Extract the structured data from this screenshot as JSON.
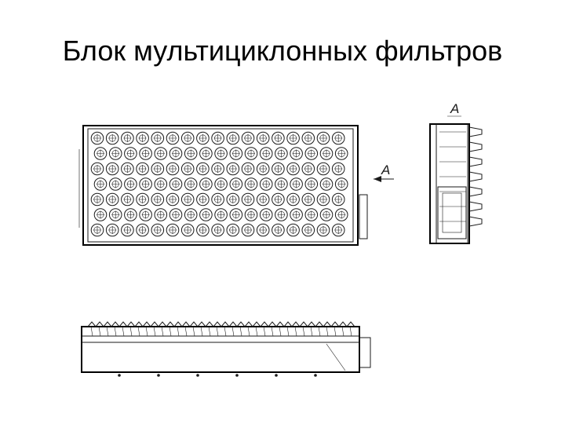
{
  "slide": {
    "title": "Блок мультициклонных фильтров"
  },
  "drawing": {
    "section_label_top": "А",
    "section_label_arrow": "А",
    "views": [
      "front-view",
      "side-section-view",
      "bottom-elevation-view"
    ],
    "cyclone_grid": {
      "rows": 7,
      "columns": 17
    },
    "colors": {
      "line": "#1a1a1a",
      "background": "#ffffff"
    }
  }
}
